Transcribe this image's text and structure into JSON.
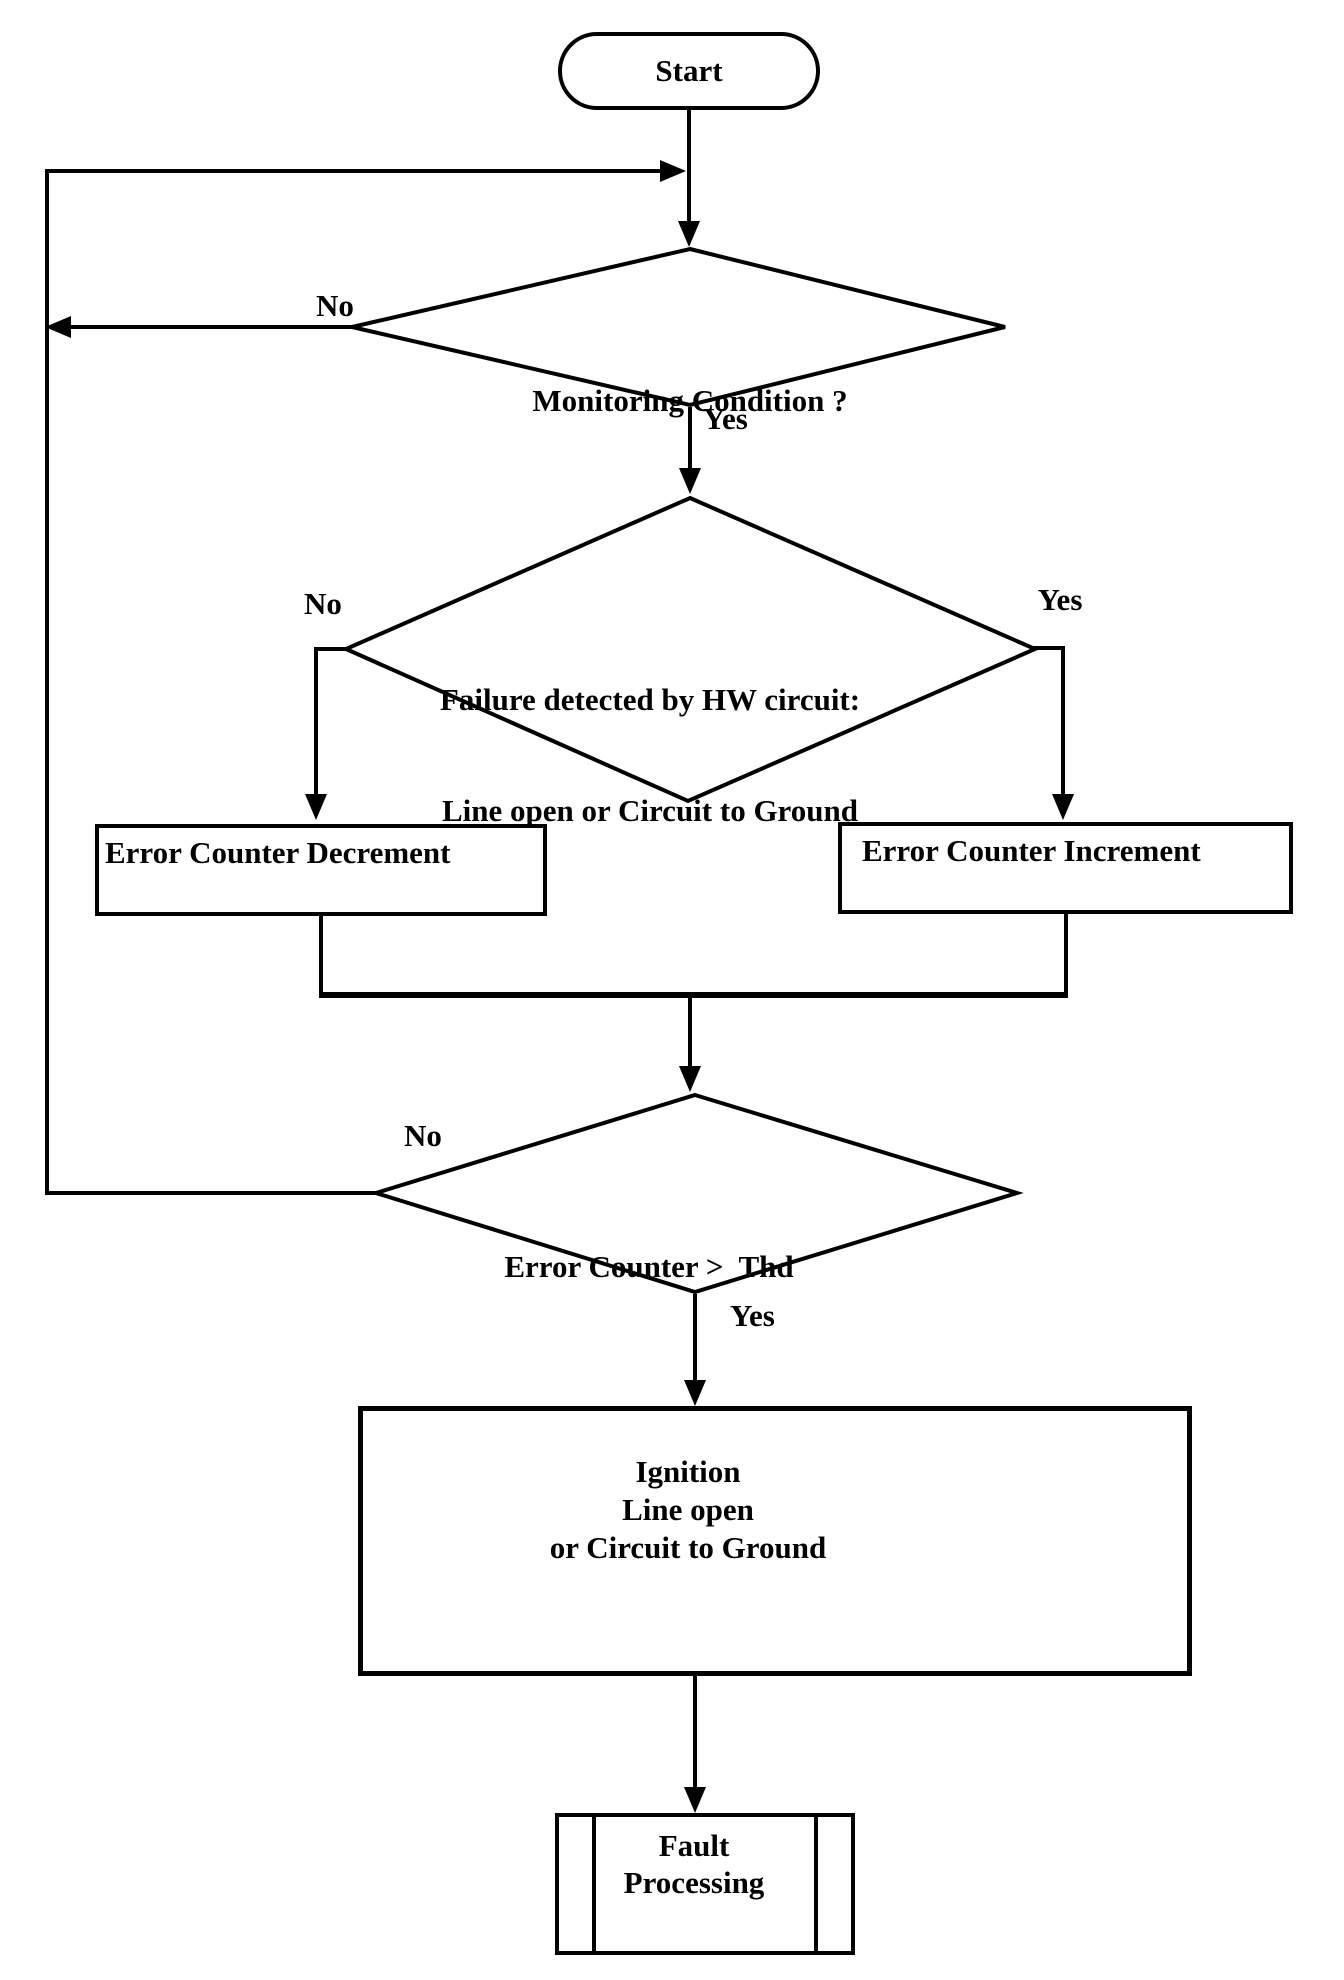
{
  "flowchart": {
    "colors": {
      "line": "#000000",
      "background": "#ffffff"
    },
    "start": {
      "label": "Start"
    },
    "decisions": [
      {
        "id": "monitoring",
        "lines": [
          "Monitoring Condition ?"
        ],
        "no_label": "No",
        "yes_label": "Yes"
      },
      {
        "id": "failure",
        "lines": [
          "Failure detected by HW circuit:",
          "Line open or Circuit to Ground"
        ],
        "no_label": "No",
        "yes_label": "Yes"
      },
      {
        "id": "threshold",
        "lines": [
          "Error Counter >  Thd"
        ],
        "no_label": "No",
        "yes_label": "Yes"
      }
    ],
    "processes": [
      {
        "id": "decrement",
        "label": "Error Counter Decrement"
      },
      {
        "id": "increment",
        "label": "Error Counter Increment"
      },
      {
        "id": "ignition",
        "lines": [
          "Ignition",
          "Line open",
          "or Circuit to Ground"
        ]
      },
      {
        "id": "fault",
        "lines": [
          "Fault",
          "Processing"
        ],
        "shape": "predefined-process"
      }
    ]
  }
}
